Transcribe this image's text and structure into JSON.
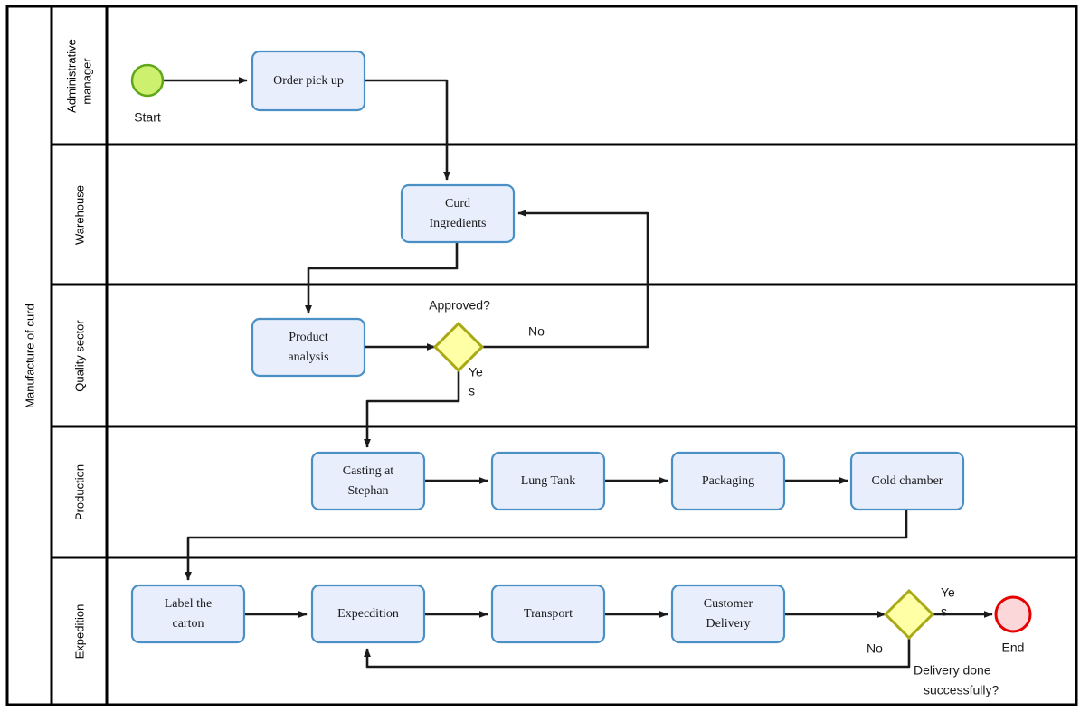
{
  "diagram": {
    "type": "bpmn-swimlane",
    "pool": {
      "label": "Manufacture of curd"
    },
    "lanes": [
      {
        "id": "administrative-manager",
        "label": "Administrative\nmanager",
        "line1": "Administrative",
        "line2": "manager"
      },
      {
        "id": "warehouse",
        "label": "Warehouse",
        "line1": "Warehouse",
        "line2": ""
      },
      {
        "id": "quality-sector",
        "label": "Quality sector",
        "line1": "Quality sector",
        "line2": ""
      },
      {
        "id": "production",
        "label": "Production",
        "line1": "Production",
        "line2": ""
      },
      {
        "id": "expedition",
        "label": "Expedition",
        "line1": "Expedition",
        "line2": ""
      }
    ],
    "events": [
      {
        "id": "start",
        "kind": "start",
        "label": "Start",
        "lane": "administrative-manager",
        "fill": "#cdf06e",
        "stroke": "#5fa61a"
      },
      {
        "id": "end",
        "kind": "end",
        "label": "End",
        "lane": "expedition",
        "fill": "#fcd7d9",
        "stroke": "#e60000"
      }
    ],
    "tasks": [
      {
        "id": "order-pick-up",
        "lane": "administrative-manager",
        "line1": "Order pick up",
        "line2": ""
      },
      {
        "id": "curd-ingredients",
        "lane": "warehouse",
        "line1": "Curd",
        "line2": "Ingredients"
      },
      {
        "id": "product-analysis",
        "lane": "quality-sector",
        "line1": "Product",
        "line2": "analysis"
      },
      {
        "id": "casting-at-stephan",
        "lane": "production",
        "line1": "Casting at",
        "line2": "Stephan"
      },
      {
        "id": "lung-tank",
        "lane": "production",
        "line1": "Lung Tank",
        "line2": ""
      },
      {
        "id": "packaging",
        "lane": "production",
        "line1": "Packaging",
        "line2": ""
      },
      {
        "id": "cold-chamber",
        "lane": "production",
        "line1": "Cold chamber",
        "line2": ""
      },
      {
        "id": "label-the-carton",
        "lane": "expedition",
        "line1": "Label the",
        "line2": "carton"
      },
      {
        "id": "expecdition",
        "lane": "expedition",
        "line1": "Expecdition",
        "line2": ""
      },
      {
        "id": "transport",
        "lane": "expedition",
        "line1": "Transport",
        "line2": ""
      },
      {
        "id": "customer-delivery",
        "lane": "expedition",
        "line1": "Customer",
        "line2": "Delivery"
      }
    ],
    "gateways": [
      {
        "id": "approved",
        "lane": "quality-sector",
        "question": "Approved?",
        "yes_line1": "Ye",
        "yes_line2": "s",
        "no": "No",
        "fill": "#ffffa6",
        "stroke": "#a9a916"
      },
      {
        "id": "delivery-done",
        "lane": "expedition",
        "question_line1": "Delivery done",
        "question_line2": "successfully?",
        "yes_line1": "Ye",
        "yes_line2": "s",
        "no": "No",
        "fill": "#ffffa6",
        "stroke": "#a9a916"
      }
    ],
    "flows": [
      {
        "id": "start-to-order",
        "from": "start",
        "to": "order-pick-up",
        "label": ""
      },
      {
        "id": "order-to-curd",
        "from": "order-pick-up",
        "to": "curd-ingredients",
        "label": ""
      },
      {
        "id": "curd-to-analysis",
        "from": "curd-ingredients",
        "to": "product-analysis",
        "label": ""
      },
      {
        "id": "analysis-to-approved",
        "from": "product-analysis",
        "to": "approved",
        "label": ""
      },
      {
        "id": "approved-no-to-curd",
        "from": "approved",
        "to": "curd-ingredients",
        "label": "No"
      },
      {
        "id": "approved-yes-to-casting",
        "from": "approved",
        "to": "casting-at-stephan",
        "label": "Yes"
      },
      {
        "id": "casting-to-lung",
        "from": "casting-at-stephan",
        "to": "lung-tank",
        "label": ""
      },
      {
        "id": "lung-to-packaging",
        "from": "lung-tank",
        "to": "packaging",
        "label": ""
      },
      {
        "id": "packaging-to-cold",
        "from": "packaging",
        "to": "cold-chamber",
        "label": ""
      },
      {
        "id": "cold-to-label",
        "from": "cold-chamber",
        "to": "label-the-carton",
        "label": ""
      },
      {
        "id": "label-to-expecdition",
        "from": "label-the-carton",
        "to": "expecdition",
        "label": ""
      },
      {
        "id": "expecdition-to-transport",
        "from": "expecdition",
        "to": "transport",
        "label": ""
      },
      {
        "id": "transport-to-customer",
        "from": "transport",
        "to": "customer-delivery",
        "label": ""
      },
      {
        "id": "customer-to-delivery-gateway",
        "from": "customer-delivery",
        "to": "delivery-done",
        "label": ""
      },
      {
        "id": "delivery-yes-to-end",
        "from": "delivery-done",
        "to": "end",
        "label": "Yes"
      },
      {
        "id": "delivery-no-to-expecdition",
        "from": "delivery-done",
        "to": "expecdition",
        "label": "No"
      }
    ],
    "colors": {
      "task_fill": "#e8eefc",
      "task_stroke": "#4a90c4",
      "gateway_fill": "#ffffa6",
      "gateway_stroke": "#a9a916",
      "start_fill": "#cdf06e",
      "start_stroke": "#5fa61a",
      "end_fill": "#fcd7d9",
      "end_stroke": "#e60000",
      "line": "#1a1a1a",
      "frame": "#000000"
    }
  }
}
